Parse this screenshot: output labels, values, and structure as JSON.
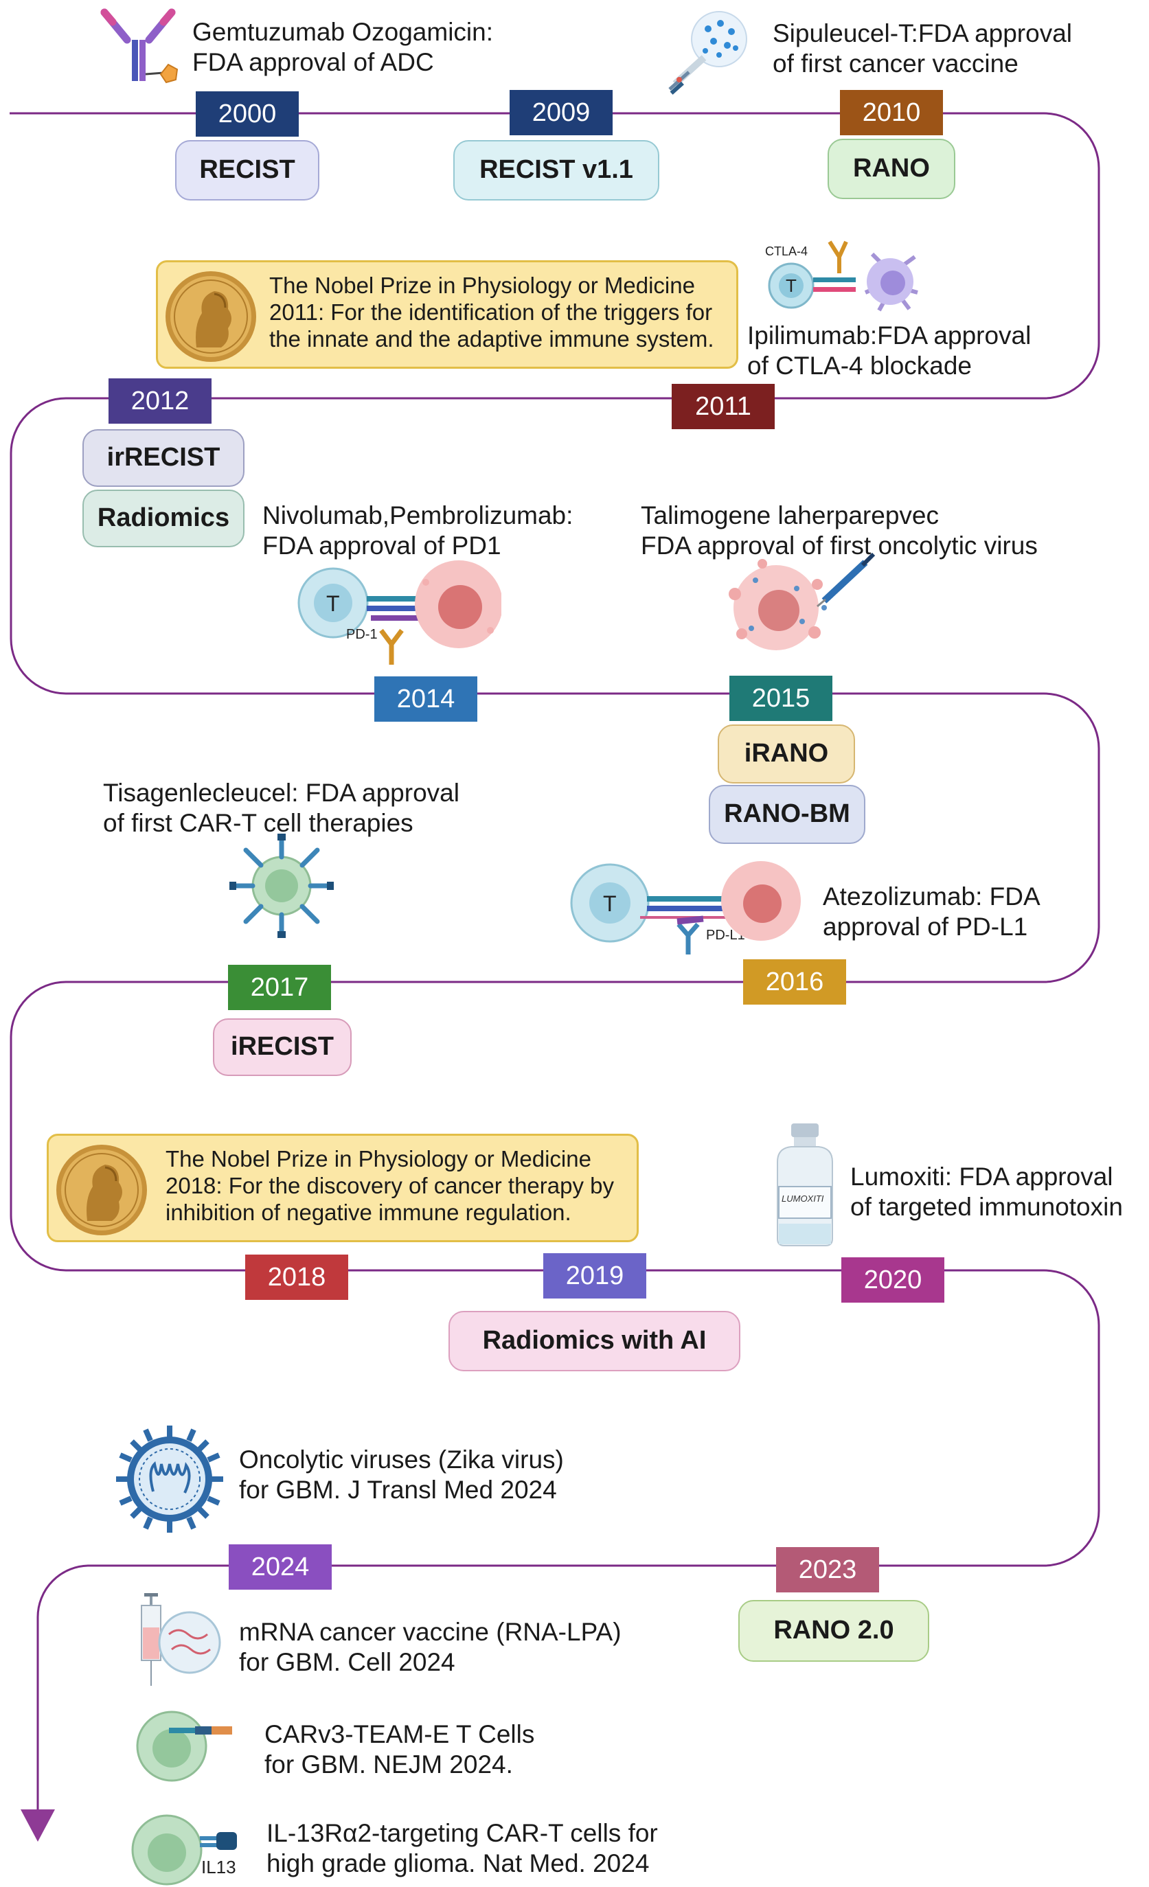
{
  "colors": {
    "track": "#7b2a86",
    "arrow": "#8e3a95"
  },
  "years": {
    "y2000": {
      "label": "2000",
      "color": "#1f3e77"
    },
    "y2009": {
      "label": "2009",
      "color": "#1f3e77"
    },
    "y2010": {
      "label": "2010",
      "color": "#9c5417"
    },
    "y2011": {
      "label": "2011",
      "color": "#7c2020"
    },
    "y2012": {
      "label": "2012",
      "color": "#4a3c8c"
    },
    "y2014": {
      "label": "2014",
      "color": "#2f74b5"
    },
    "y2015": {
      "label": "2015",
      "color": "#1f7a76"
    },
    "y2016": {
      "label": "2016",
      "color": "#d19a25"
    },
    "y2017": {
      "label": "2017",
      "color": "#3a8e36"
    },
    "y2018": {
      "label": "2018",
      "color": "#c0393c"
    },
    "y2019": {
      "label": "2019",
      "color": "#6b64c8"
    },
    "y2020": {
      "label": "2020",
      "color": "#a8378e"
    },
    "y2023": {
      "label": "2023",
      "color": "#b45a76"
    },
    "y2024": {
      "label": "2024",
      "color": "#8a4fc0"
    }
  },
  "criteria": {
    "recist": {
      "label": "RECIST",
      "bg": "#e4e6f8",
      "border": "#a5a9d6"
    },
    "recist11": {
      "label": "RECIST v1.1",
      "bg": "#dcf1f5",
      "border": "#96c9d3"
    },
    "rano": {
      "label": "RANO",
      "bg": "#dcf2d8",
      "border": "#9ac994"
    },
    "irrecist": {
      "label": "irRECIST",
      "bg": "#e2e3f0",
      "border": "#9da0c2"
    },
    "radiomics": {
      "label": "Radiomics",
      "bg": "#dcece6",
      "border": "#98bdaf"
    },
    "irano": {
      "label": "iRANO",
      "bg": "#f7e8c1",
      "border": "#d6b671"
    },
    "ranobm": {
      "label": "RANO-BM",
      "bg": "#dde3f3",
      "border": "#9fa9cd"
    },
    "irecist": {
      "label": "iRECIST",
      "bg": "#f8dcea",
      "border": "#d79bb9"
    },
    "radiomics_ai": {
      "label": "Radiomics with AI",
      "bg": "#f8dceb",
      "border": "#dca0bf"
    },
    "rano20": {
      "label": "RANO 2.0",
      "bg": "#e6f3d8",
      "border": "#a8cc86"
    }
  },
  "events": {
    "gemtuzumab": {
      "line1": "Gemtuzumab Ozogamicin:",
      "line2": "FDA approval of ADC"
    },
    "sipuleucel": {
      "line1": "Sipuleucel-T:FDA approval",
      "line2": "of first cancer vaccine"
    },
    "ipilimumab": {
      "line1": "Ipilimumab:FDA approval",
      "line2": "of CTLA-4 blockade"
    },
    "nivolumab": {
      "line1": "Nivolumab,Pembrolizumab:",
      "line2": "FDA approval of PD1"
    },
    "talimogene": {
      "line1": "Talimogene laherparepvec",
      "line2": "FDA approval of first oncolytic virus"
    },
    "tisagenlecleucel": {
      "line1": "Tisagenlecleucel: FDA approval",
      "line2": "of first CAR-T cell therapies"
    },
    "atezolizumab": {
      "line1": "Atezolizumab: FDA",
      "line2": "approval of PD-L1"
    },
    "lumoxiti": {
      "line1": "Lumoxiti: FDA approval",
      "line2": "of targeted immunotoxin"
    },
    "zika": {
      "line1": "Oncolytic viruses (Zika virus)",
      "line2": "for GBM. J Transl Med 2024"
    },
    "mrna": {
      "line1": "mRNA cancer vaccine (RNA-LPA)",
      "line2": "for GBM. Cell 2024"
    },
    "carv3": {
      "line1": "CARv3-TEAM-E T Cells",
      "line2": "for GBM. NEJM 2024."
    },
    "il13": {
      "line1": "IL-13Rα2-targeting CAR-T cells for",
      "line2": "high grade glioma. Nat Med. 2024"
    }
  },
  "nobel2011": {
    "line1": "The Nobel Prize in Physiology or Medicine",
    "line2": "2011: For the identification of the triggers for",
    "line3": "the innate and the adaptive immune system."
  },
  "nobel2018": {
    "line1": "The Nobel Prize in Physiology or Medicine",
    "line2": "2018: For the discovery of cancer therapy by",
    "line3": "inhibition of negative immune regulation."
  },
  "icon_labels": {
    "ctla4": "CTLA-4",
    "t": "T",
    "pd1": "PD-1",
    "pdl1": "PD-L1",
    "lumoxiti_vial": "LUMOXITI",
    "il13": "IL13"
  },
  "icons": [
    "adc-antibody-icon",
    "vaccine-syringe-icon",
    "ctla4-tcell-icon",
    "nobel-medal-icon",
    "pd1-tcell-tumor-icon",
    "oncolytic-virus-tumor-icon",
    "car-t-cell-icon",
    "pdl1-tcell-tumor-icon",
    "lumoxiti-vial-icon",
    "zika-virus-icon",
    "mrna-syringe-icon",
    "carv3-tcell-icon",
    "il13-cart-cell-icon"
  ]
}
